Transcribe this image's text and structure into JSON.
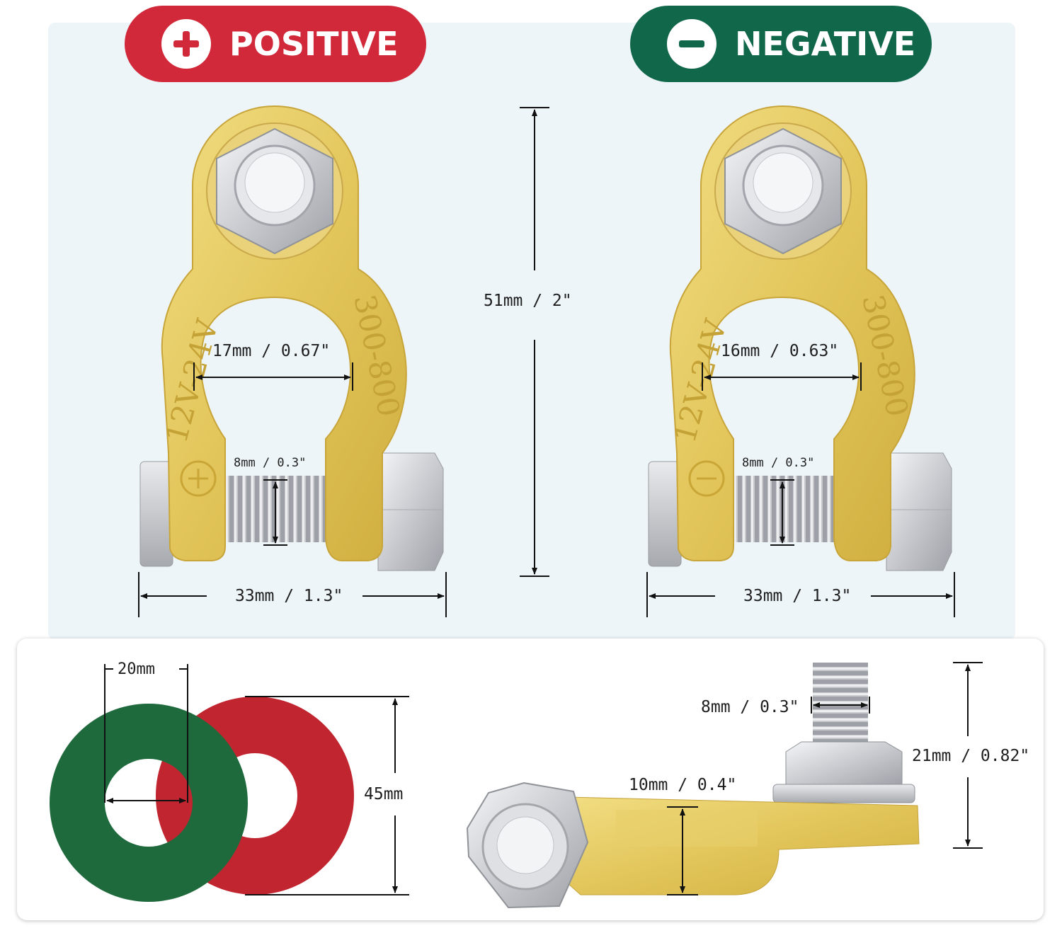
{
  "labels": {
    "positive": "POSITIVE",
    "negative": "NEGATIVE"
  },
  "icons": {
    "positive": "plus-icon",
    "negative": "minus-icon"
  },
  "colors": {
    "positive": "#d1283a",
    "negative": "#11674a",
    "brass": "#e4c85c",
    "felt_green": "#1f6a3d",
    "felt_red": "#c1252f"
  },
  "stamps": {
    "voltage": "12V-24V",
    "amperage": "300-800"
  },
  "measurements": {
    "height": "51mm / 2\"",
    "positive_opening": "17mm / 0.67\"",
    "negative_opening": "16mm / 0.63\"",
    "positive_bolt": "8mm / 0.3\"",
    "negative_bolt": "8mm / 0.3\"",
    "positive_width": "33mm / 1.3\"",
    "negative_width": "33mm / 1.3\"",
    "washer_inner": "20mm",
    "washer_outer": "45mm",
    "stud_diameter": "8mm / 0.3\"",
    "clamp_thickness": "10mm / 0.4\"",
    "stud_height": "21mm / 0.82\""
  }
}
